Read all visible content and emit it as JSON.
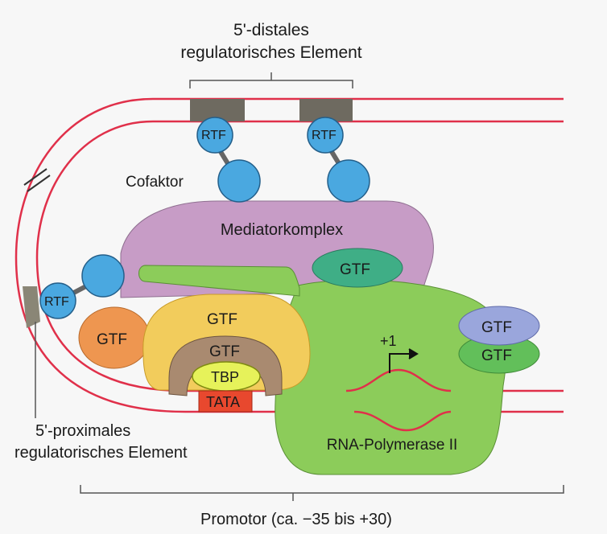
{
  "labels": {
    "distal_line1": "5'-distales",
    "distal_line2": "regulatorisches Element",
    "proximal_line1": "5'-proximales",
    "proximal_line2": "regulatorisches Element",
    "promotor": "Promotor (ca. −35 bis +30)",
    "cofaktor": "Cofaktor",
    "mediator": "Mediatorkomplex",
    "rtf": "RTF",
    "gtf": "GTF",
    "tbp": "TBP",
    "tata": "TATA",
    "polymerase": "RNA-Polymerase II",
    "tss": "+1"
  },
  "colors": {
    "dna": "#e0304a",
    "element": "#6e6a60",
    "rtf": "#4aa8e0",
    "mediator": "#c79cc6",
    "polymerase": "#8ccc5a",
    "gtf_orange": "#ee9650",
    "gtf_yellow": "#f2cc5c",
    "gtf_brown": "#a98a70",
    "gtf_teal": "#3fae86",
    "gtf_lavender": "#9aa6dc",
    "gtf_green": "#62bf5a",
    "tbp": "#e6f25a",
    "tata": "#e8482e"
  }
}
